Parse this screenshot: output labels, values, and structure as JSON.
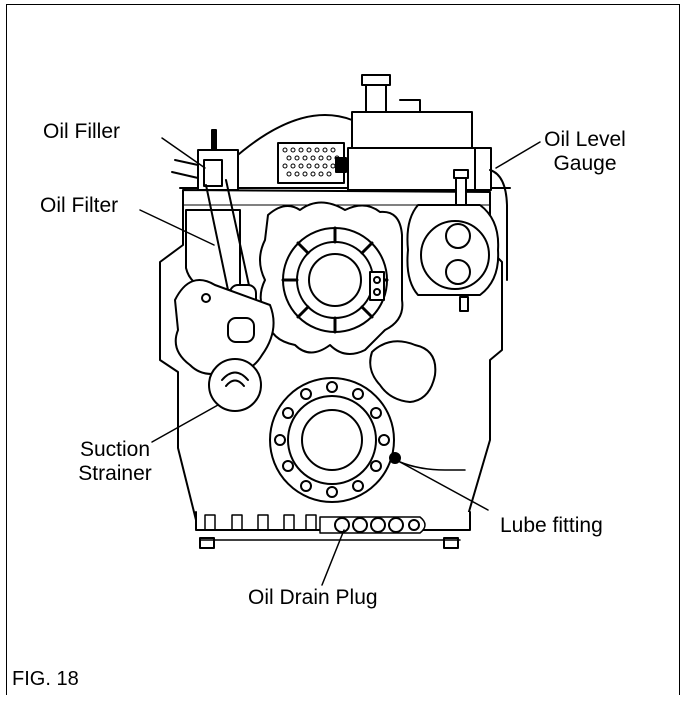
{
  "labels": {
    "oil_filler": "Oil Filler",
    "oil_filter": "Oil Filter",
    "oil_level_gauge_line1": "Oil Level",
    "oil_level_gauge_line2": "Gauge",
    "suction_strainer_line1": "Suction",
    "suction_strainer_line2": "Strainer",
    "lube_fitting": "Lube fitting",
    "oil_drain_plug": "Oil Drain Plug"
  },
  "figure_caption": "FIG. 18"
}
